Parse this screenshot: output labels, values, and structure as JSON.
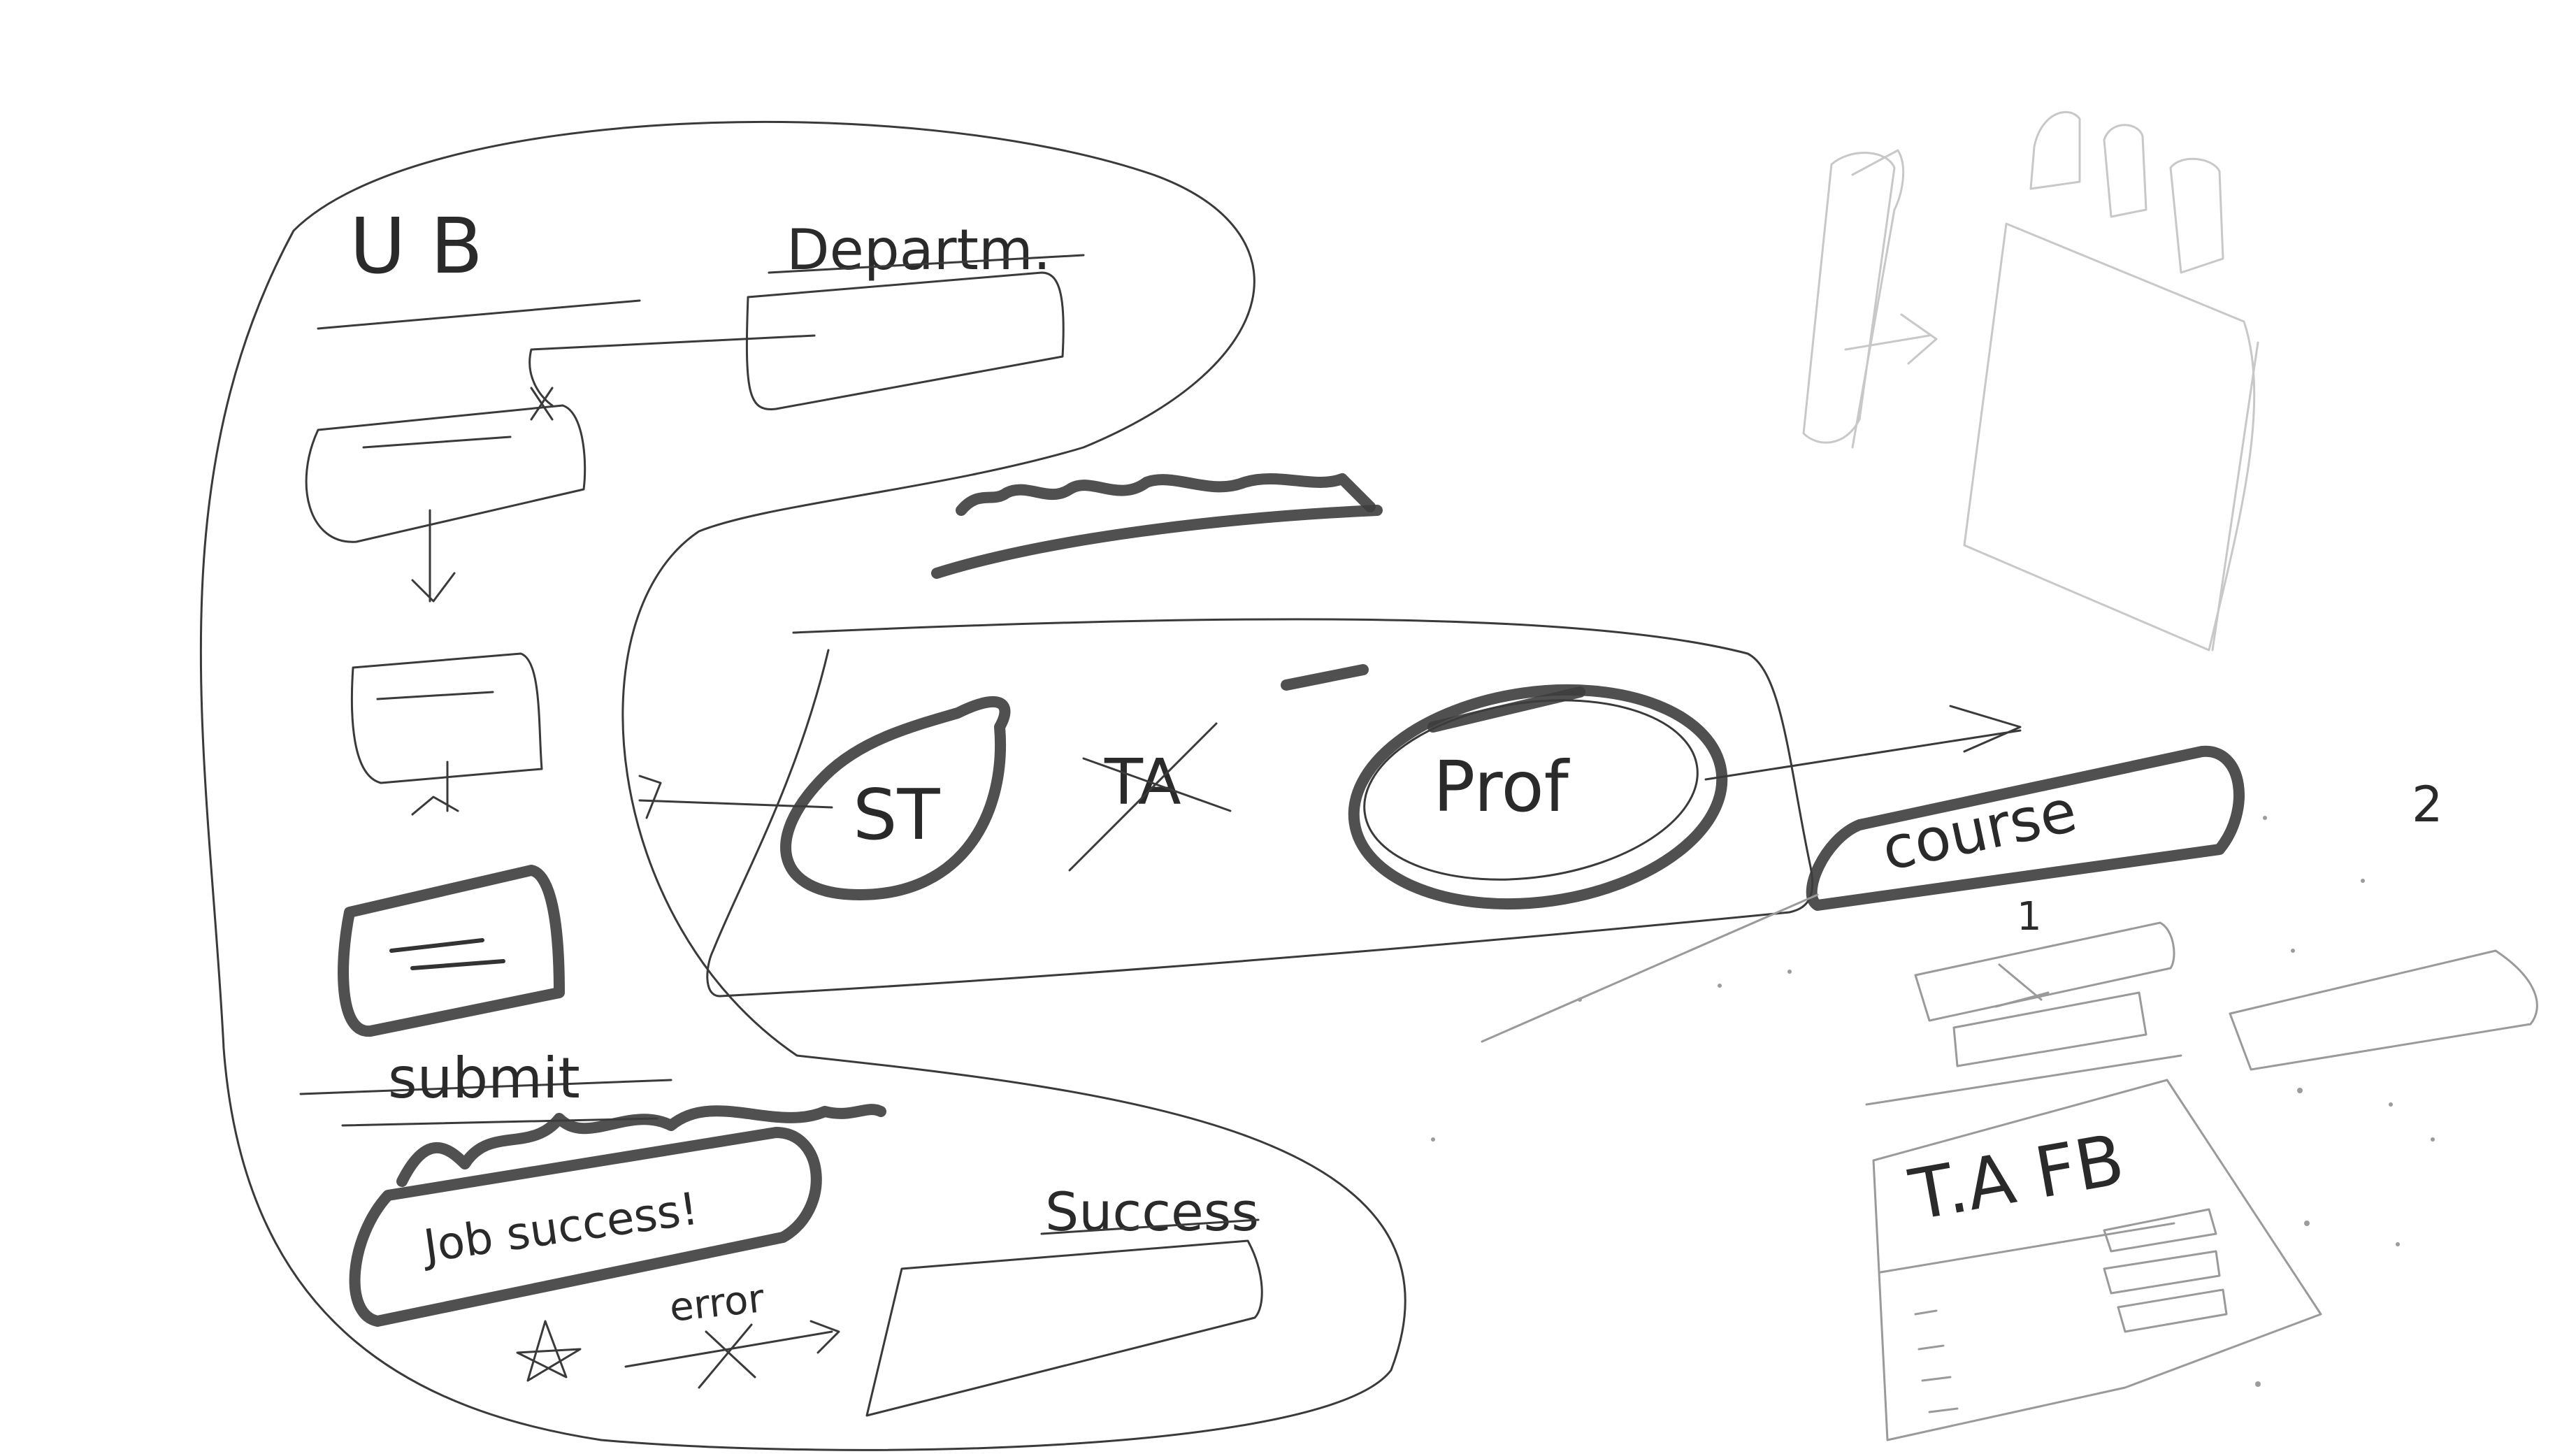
{
  "labels": {
    "ub": "U B",
    "department": "Departm.",
    "submit": "submit",
    "job_success": "Job success!",
    "success": "Success",
    "error": "error",
    "st": "ST",
    "ta": "TA",
    "prof": "Prof",
    "course": "course",
    "ta_fb": "T.A FB",
    "two": "2",
    "one": "1"
  }
}
